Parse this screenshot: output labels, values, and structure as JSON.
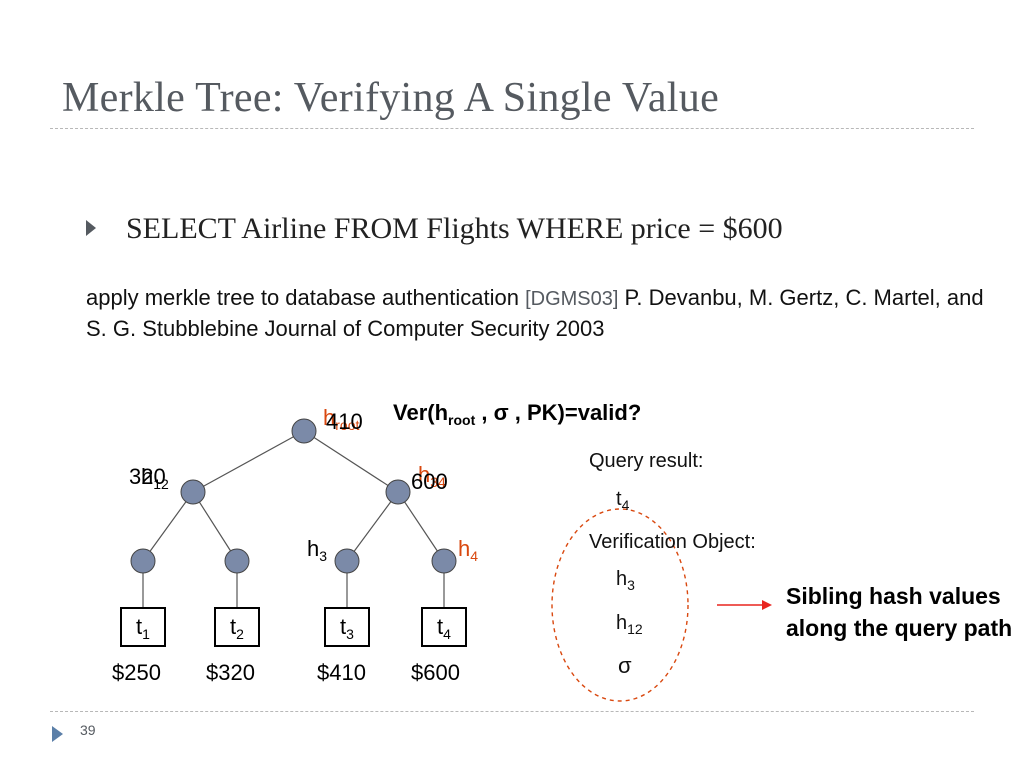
{
  "slide": {
    "title": "Merkle Tree: Verifying A Single Value",
    "bullet": "SELECT Airline FROM Flights WHERE price = $600",
    "citation": {
      "text_before": "apply merkle tree to database authentication ",
      "ref": "[DGMS03]",
      "text_after": " P. Devanbu, M. Gertz, C. Martel, and S. G. Stubblebine Journal of Computer Security 2003"
    },
    "page_number": "39"
  },
  "tree": {
    "root": {
      "label_base": "h",
      "label_sub": "root",
      "value": "410"
    },
    "left_internal": {
      "label_base": "h",
      "label_sub": "12",
      "value": "320"
    },
    "right_internal": {
      "label_base": "h",
      "label_sub": "34",
      "value": "600"
    },
    "h3": {
      "label_base": "h",
      "label_sub": "3"
    },
    "h4": {
      "label_base": "h",
      "label_sub": "4"
    },
    "leaves": [
      {
        "base": "t",
        "sub": "1",
        "price": "$250"
      },
      {
        "base": "t",
        "sub": "2",
        "price": "$320"
      },
      {
        "base": "t",
        "sub": "3",
        "price": "$410"
      },
      {
        "base": "t",
        "sub": "4",
        "price": "$600"
      }
    ]
  },
  "verification": {
    "ver_pre": "Ver(h",
    "ver_sub": "root",
    "ver_post": " , σ , PK)=valid?",
    "query_result_label": "Query result:",
    "result_base": "t",
    "result_sub": "4",
    "vo_label": "Verification Object:",
    "vo_h3_base": "h",
    "vo_h3_sub": "3",
    "vo_h12_base": "h",
    "vo_h12_sub": "12",
    "sigma": "σ",
    "sibling_note": "Sibling hash values along the query path"
  },
  "colors": {
    "node_fill": "#7b8aa8",
    "accent_red": "#d9480f",
    "title_gray": "#555a60"
  }
}
